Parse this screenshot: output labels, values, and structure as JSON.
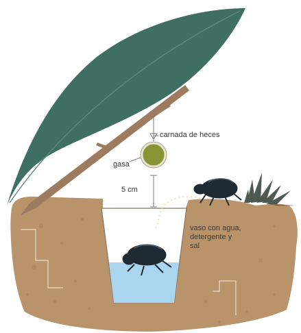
{
  "labels": {
    "bait": "carnada de heces",
    "gauze": "gasa",
    "distance": "5 cm",
    "cup_line1": "vaso con agua,",
    "cup_line2": "detergente y",
    "cup_line3": "sal"
  },
  "colors": {
    "soil": "#b9936a",
    "leaf": "#3f6e62",
    "stick": "#9c7b5f",
    "water": "#a9d6ee",
    "beetle": "#1f2a33",
    "grass": "#4e5a4f",
    "bait": "#8a9436"
  }
}
